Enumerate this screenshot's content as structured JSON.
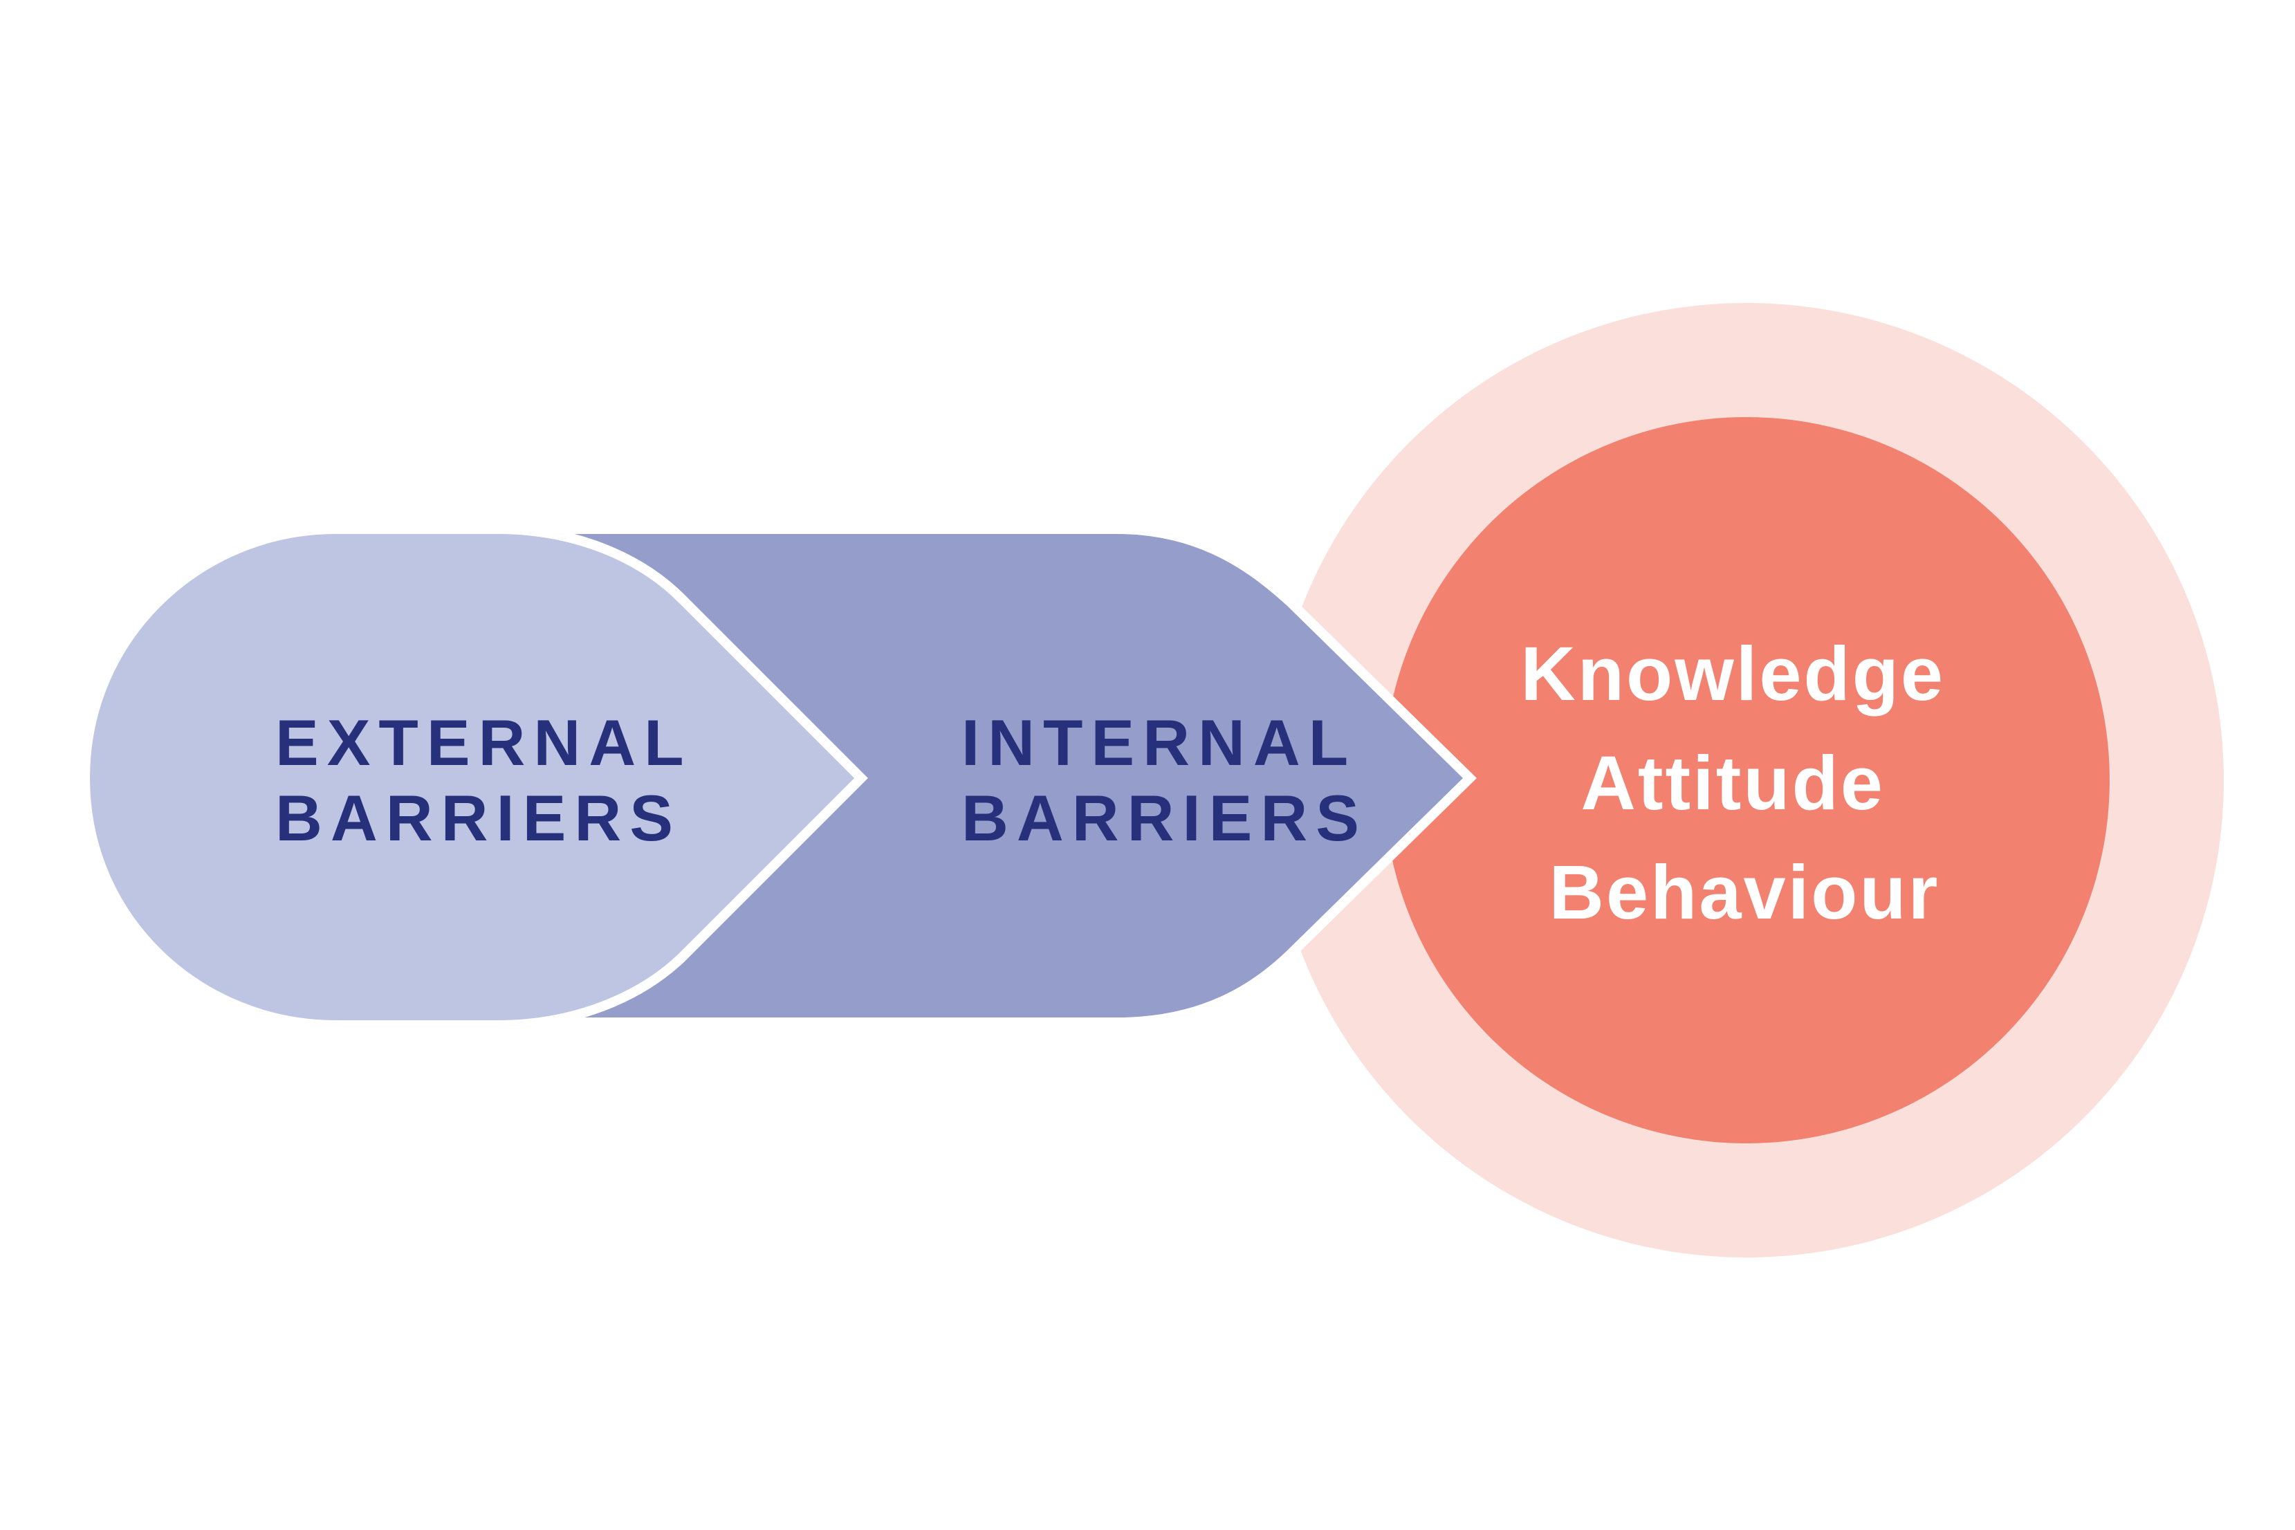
{
  "diagram": {
    "external": {
      "line1": "EXTERNAL",
      "line2": "BARRIERS"
    },
    "internal": {
      "line1": "INTERNAL",
      "line2": "BARRIERS"
    },
    "outcomes": {
      "line1": "Knowledge",
      "line2": "Attitude",
      "line3": "Behaviour"
    }
  },
  "colors": {
    "external_fill": "#bec5e3",
    "internal_fill": "#959dcb",
    "outer_ring": "#fbdfdb",
    "inner_circle": "#f2816f",
    "dark_text": "#26307b",
    "light_text": "#ffffff",
    "stroke": "#ffffff"
  }
}
